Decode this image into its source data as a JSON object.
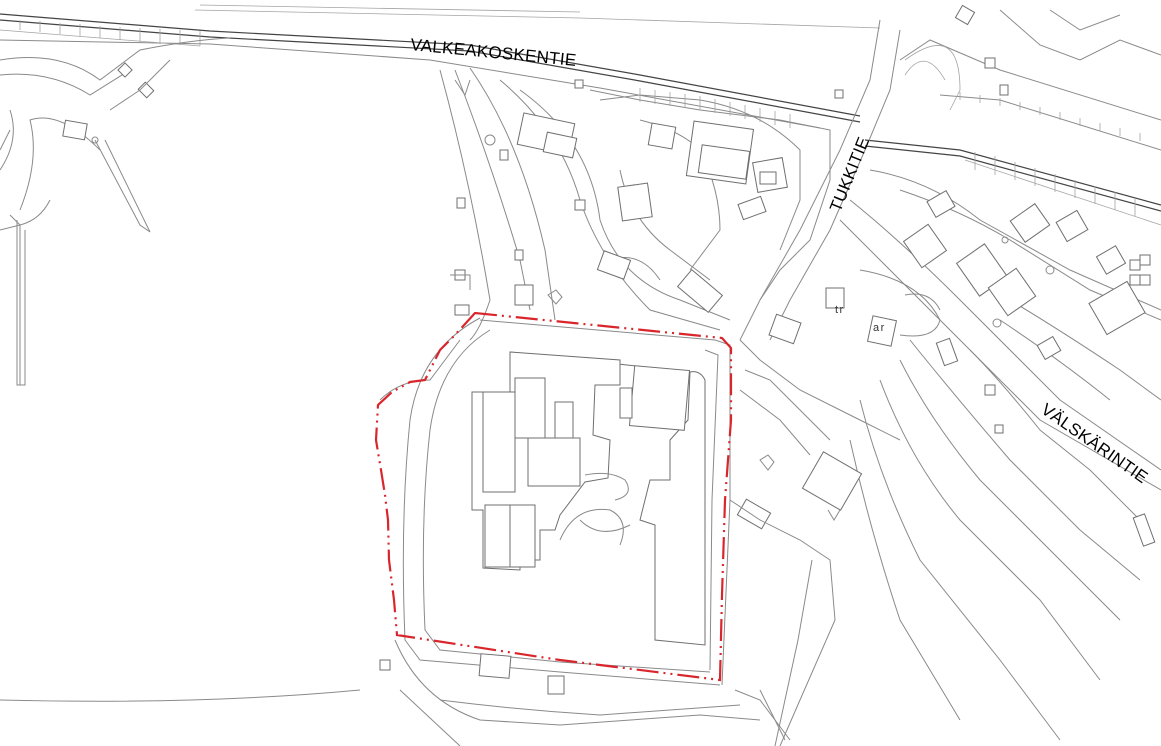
{
  "map": {
    "streets": {
      "valkeakoskentie": "VALKEAKOSKENTIE",
      "tukkitie": "TUKKITIE",
      "valskarintie": "VÄLSKÄRINTIE"
    },
    "markers": {
      "tr": "tr",
      "ar": "ar"
    },
    "boundary_color": "#d9262c",
    "line_color": "#8a8a8a",
    "background_color": "#ffffff"
  }
}
